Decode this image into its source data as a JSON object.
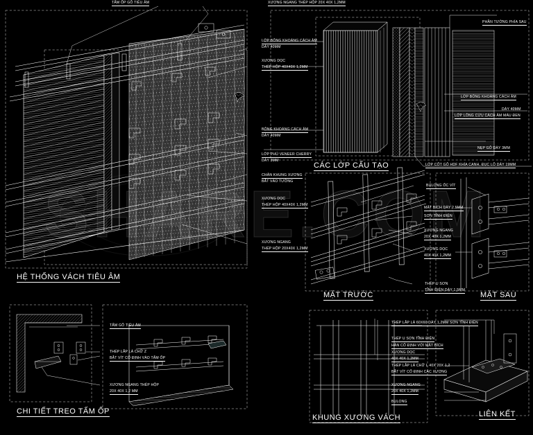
{
  "drawing": {
    "background": "#000000",
    "line_color": "#ffffff",
    "watermark": "SHARE.COM"
  },
  "sections": {
    "wall_system": "HỆ THỐNG VÁCH TIÊU ÂM",
    "layers": "CÁC LỚP CẤU TẠO",
    "front_view": "MẶT TRƯỚC",
    "rear_view": "MẶT SAU",
    "hanging_detail": "CHI TIẾT TREO TẤM ỐP",
    "frame": "KHUNG XƯƠNG VÁCH",
    "connection": "LIÊN KẾT"
  },
  "labels": {
    "top_panel": "TẤM ỐP GỖ TIÊU ÂM",
    "top_rail": "XƯƠNG NGANG THÉP HỘP  20X 40X 1,2MM",
    "rear_wall": "PHẦN TƯỜNG PHÍA SAU",
    "mineral_wool_1": "LỚP BÔNG KHOÁNG CÁCH ÂM",
    "mineral_wool_1_thk": "DÀY 40MM",
    "vertical_stud_1": "XƯƠNG DỌC",
    "vertical_stud_1_spec": "THÉP HỘP 40X40X 1,2MM",
    "mineral_wool_2": "BÔNG KHOÁNG CÁCH ÂM",
    "mineral_wool_2_thk": "DÀY 40MM",
    "veneer": "LỚP PHỦ VENEER CHERRY",
    "veneer_thk": "DÀY 3MM",
    "base_frame": "CHÂN KHUNG XƯƠNG",
    "base_frame_fix": "BẮT VÀO TƯỜNG",
    "vertical_stud_2": "XƯƠNG DỌC",
    "vertical_stud_2_spec": "THÉP HỘP 40X40X 1,2MM",
    "horizontal_stud_1": "XƯƠNG NGANG",
    "horizontal_stud_1_spec": "THÉP HỘP 20X40X 1,2MM",
    "mineral_wool_3": "LỚP BÔNG KHOÁNG CÁCH ÂM",
    "mineral_wool_3_thk": "DÀY 40MM",
    "wool_felt": "LỚP LÔNG CỪU CÁCH ÂM MÀU ĐEN",
    "wood_trim": "NẸP GỖ DÀY  3MM",
    "hdf_core": "LỚP CỐT GỖ HDF KHÍA CẠNH, ĐỤC LỖ DÀY  19MM",
    "bolt_screw": "BULONG ỐC VÍT",
    "flange": "MẶT BÍCH DÀY 2,5MM",
    "flange_coat": "SƠN TĨNH ĐIỆN",
    "horizontal_stud_2": "XƯƠNG NGANG",
    "horizontal_stud_2_spec": "20X 40X 1,2MM",
    "vertical_stud_3": "XƯƠNG DỌC",
    "vertical_stud_3_spec": "40X 40X 1,2MM",
    "u_steel": "THÉP U SƠN",
    "u_steel_spec": "TĨNH ĐIỆN DÀY  1,5MM",
    "acoustic_board": "TẤM GỖ TIÊU ÂM",
    "z_bracket_1": "THÉP LẮP LÀ CHỮ Z",
    "z_bracket_2": "THÉP LẮP LÀ CHỮ Z",
    "z_bracket_fix": "BẮT VÍT CỐ ĐỊNH VÀO TẤM ỐP",
    "horizontal_stud_3": "XƯƠNG NGANG THÉP HỘP",
    "horizontal_stud_3_spec": "20X 40X 1,2 MM",
    "plate_60x60": "THÉP LẮP LÀ 60X60 DÀY  1,2MM SƠN TĨNH ĐIỆN",
    "u_steel_2": "THÉP U SƠN TĨNH ĐIỆN",
    "weld_flange": "HÀN CỐ ĐỊNH VỚI MẶT BÍCH",
    "vertical_stud_4": "XƯƠNG DỌC",
    "vertical_stud_4_spec": "40X 40X 1,2MM",
    "l_bracket": "THÉP LẮP LÀ CHỮ L  40X 20X 1,2",
    "l_bracket_fix": "BẮT VÍT CỐ ĐỊNH CÁC XƯƠNG",
    "horizontal_stud_4": "XƯƠNG NGANG",
    "horizontal_stud_4_spec": "20X 40X 1,2MM",
    "bolt": "BULONG"
  }
}
